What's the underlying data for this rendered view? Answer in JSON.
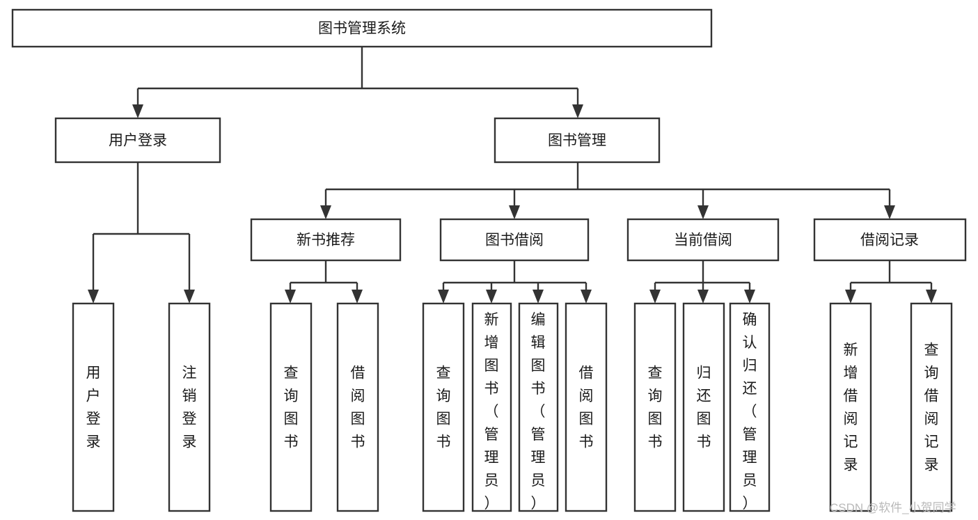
{
  "diagram": {
    "title": "图书管理系统",
    "type": "tree",
    "root": {
      "id": "root",
      "label": "图书管理系统"
    },
    "level2": [
      {
        "id": "user-login",
        "label": "用户登录"
      },
      {
        "id": "book-management",
        "label": "图书管理"
      }
    ],
    "level3": [
      {
        "id": "new-book-recommend",
        "label": "新书推荐",
        "parent": "book-management"
      },
      {
        "id": "book-borrow",
        "label": "图书借阅",
        "parent": "book-management"
      },
      {
        "id": "current-borrow",
        "label": "当前借阅",
        "parent": "book-management"
      },
      {
        "id": "borrow-record",
        "label": "借阅记录",
        "parent": "book-management"
      }
    ],
    "leaves": [
      {
        "id": "leaf-user-login",
        "label": "用户登录",
        "parent": "user-login"
      },
      {
        "id": "leaf-logout-login",
        "label": "注销登录",
        "parent": "user-login"
      },
      {
        "id": "leaf-query-book-1",
        "label": "查询图书",
        "parent": "new-book-recommend"
      },
      {
        "id": "leaf-borrow-book-1",
        "label": "借阅图书",
        "parent": "new-book-recommend"
      },
      {
        "id": "leaf-query-book-2",
        "label": "查询图书",
        "parent": "book-borrow"
      },
      {
        "id": "leaf-add-book",
        "label": "新增图书（管理员）",
        "parent": "book-borrow"
      },
      {
        "id": "leaf-edit-book",
        "label": "编辑图书（管理员）",
        "parent": "book-borrow"
      },
      {
        "id": "leaf-borrow-book-2",
        "label": "借阅图书",
        "parent": "book-borrow"
      },
      {
        "id": "leaf-query-book-3",
        "label": "查询图书",
        "parent": "current-borrow"
      },
      {
        "id": "leaf-return-book",
        "label": "归还图书",
        "parent": "current-borrow"
      },
      {
        "id": "leaf-confirm-return",
        "label": "确认归还（管理员）",
        "parent": "current-borrow"
      },
      {
        "id": "leaf-add-record",
        "label": "新增借阅记录",
        "parent": "borrow-record"
      },
      {
        "id": "leaf-query-record",
        "label": "查询借阅记录",
        "parent": "borrow-record"
      }
    ],
    "colors": {
      "box_stroke": "#333333",
      "box_fill": "#ffffff",
      "text": "#1a1a1a",
      "background": "#ffffff",
      "watermark": "#b9b9b9"
    }
  },
  "watermark": {
    "text": "CSDN @软件_小贺同学"
  }
}
